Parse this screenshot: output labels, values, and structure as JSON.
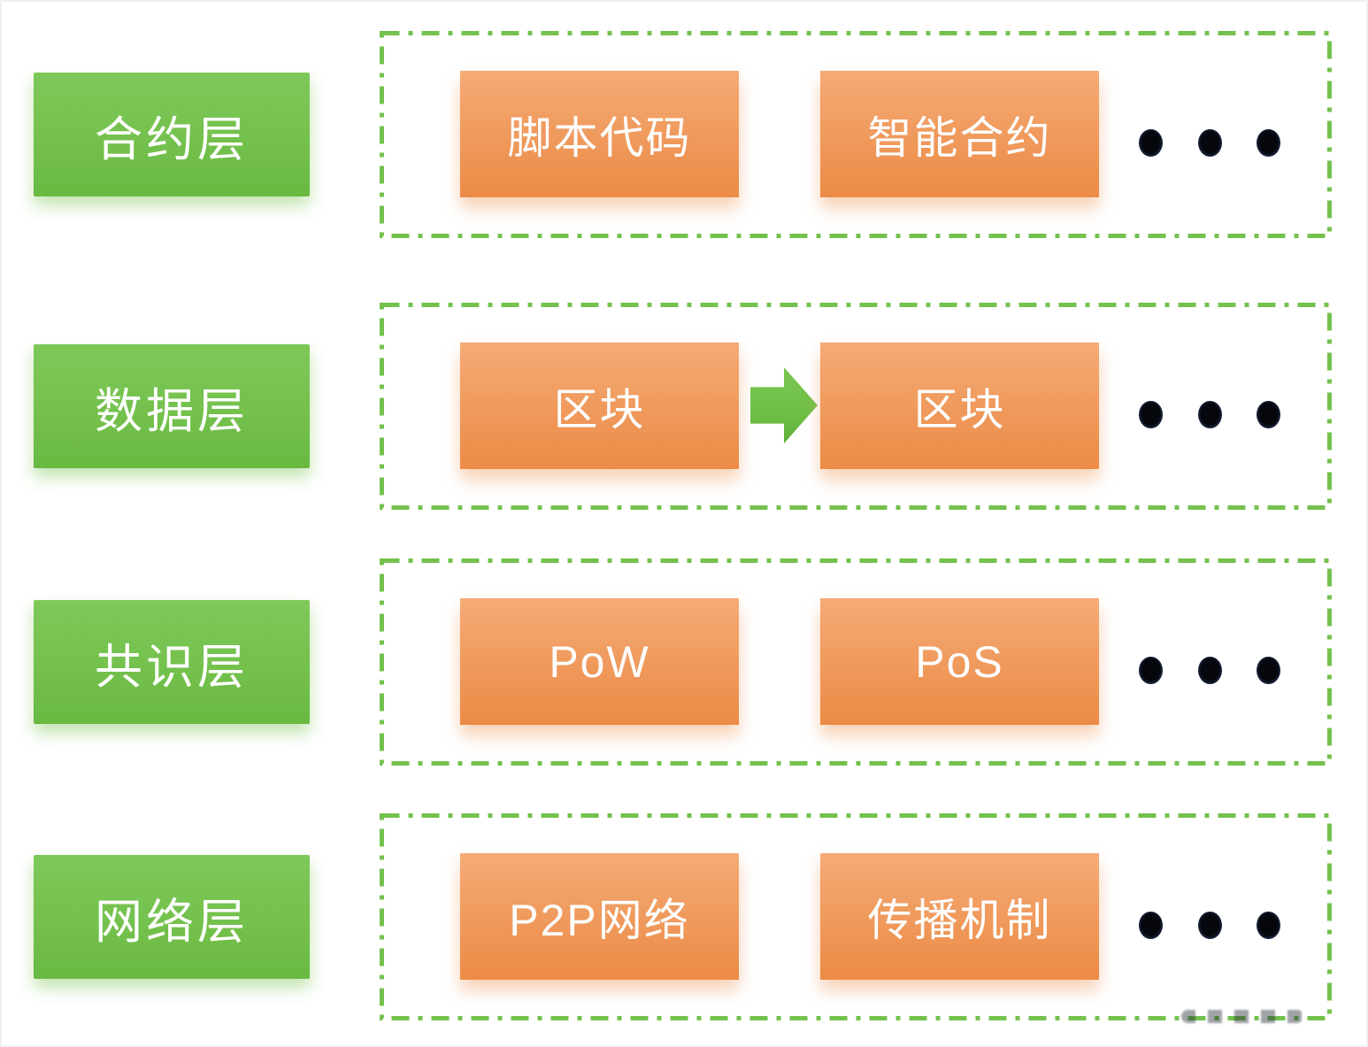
{
  "diagram": {
    "type": "layered-architecture",
    "description_visible_text_only": true
  },
  "colors": {
    "green": "#74c14d",
    "green_light": "#7ec859",
    "green_dark": "#69b941",
    "dash_border_green": "#74c14e",
    "orange_light": "#f5ab76",
    "orange_dark": "#ec8b46",
    "arrow_green": "#6fc047",
    "dot_ring": "#2e3c60",
    "text_white": "#ffffff"
  },
  "icons": {
    "ellipsis": "ellipsis-dots",
    "arrow": "arrow-right"
  },
  "rows": [
    {
      "label": "合约层",
      "boxes": [
        "脚本代码",
        "智能合约"
      ],
      "has_arrow": false,
      "has_ellipsis": true
    },
    {
      "label": "数据层",
      "boxes": [
        "区块",
        "区块"
      ],
      "has_arrow": true,
      "has_ellipsis": true
    },
    {
      "label": "共识层",
      "boxes": [
        "PoW",
        "PoS"
      ],
      "has_arrow": false,
      "has_ellipsis": true
    },
    {
      "label": "网络层",
      "boxes": [
        "P2P网络",
        "传播机制"
      ],
      "has_arrow": false,
      "has_ellipsis": true
    }
  ]
}
